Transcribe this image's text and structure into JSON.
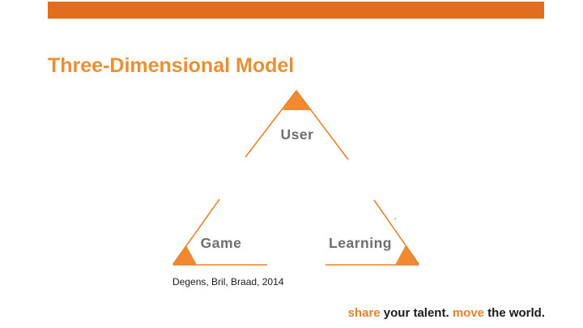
{
  "slide": {
    "title": "Three-Dimensional Model",
    "citation": "Degens, Bril, Braad, 2014"
  },
  "diagram": {
    "type": "triangle-model",
    "labels": {
      "top": "User",
      "bottom_left": "Game",
      "bottom_right": "Learning"
    }
  },
  "footer": {
    "tagline": {
      "part1": "share",
      "part2": " your talent. ",
      "part3": "move",
      "part4": " the world."
    }
  },
  "colors": {
    "accent_bar": "#E36D1E",
    "title_orange": "#EC8F2F",
    "diagram_line": "#E8832C",
    "diagram_fill": "#F08A32",
    "label_gray": "#6E6E6E",
    "tagline_accent": "#E8832C",
    "text_black": "#1A1A1A"
  }
}
